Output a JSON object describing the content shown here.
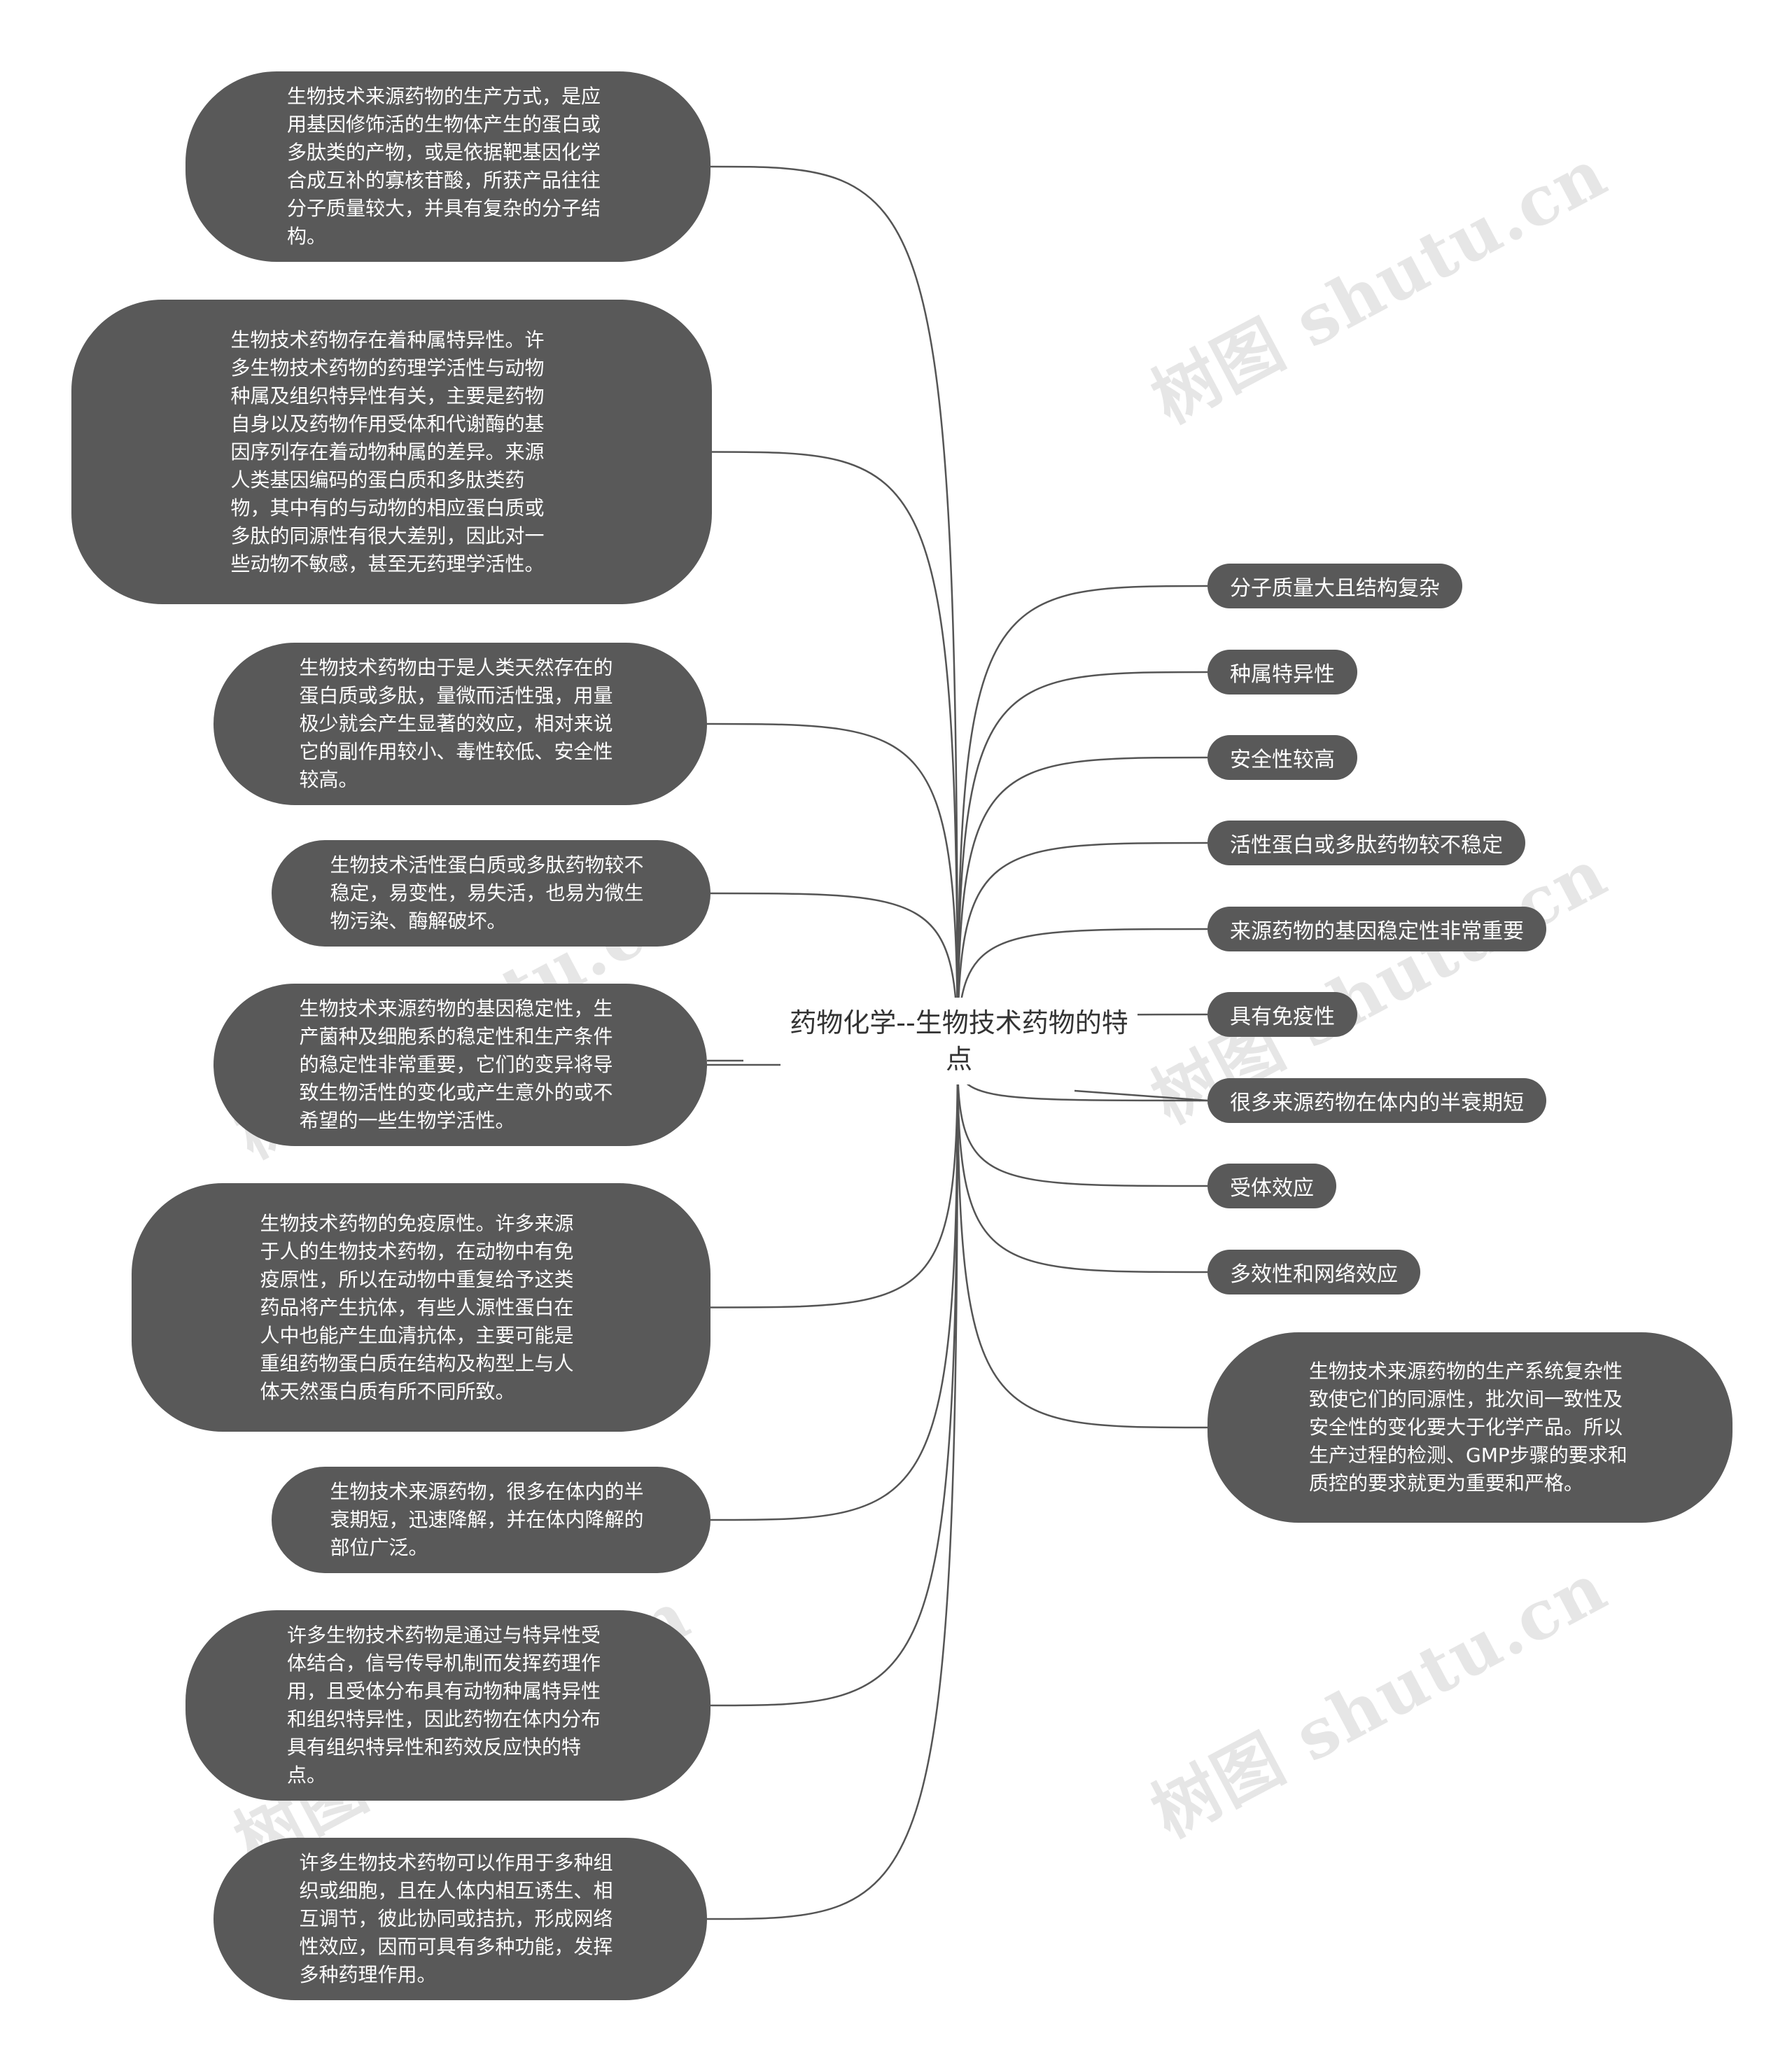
{
  "title": "药物化学--生物技术药物的特点",
  "watermark": "树图 shutu.cn",
  "colors": {
    "node_fill": "#595959",
    "node_text": "#ffffff",
    "edge": "#555555",
    "center_text": "#333333"
  },
  "left_nodes": [
    {
      "text": "生物技术来源药物的生产方式，是应用基因修饰活的生物体产生的蛋白或多肽类的产物，或是依据靶基因化学合成互补的寡核苷酸，所获产品往往分子质量较大，并具有复杂的分子结构。"
    },
    {
      "text": "生物技术药物存在着种属特异性。许多生物技术药物的药理学活性与动物种属及组织特异性有关，主要是药物自身以及药物作用受体和代谢酶的基因序列存在着动物种属的差异。来源人类基因编码的蛋白质和多肽类药物，其中有的与动物的相应蛋白质或多肽的同源性有很大差别，因此对一些动物不敏感，甚至无药理学活性。"
    },
    {
      "text": "生物技术药物由于是人类天然存在的蛋白质或多肽，量微而活性强，用量极少就会产生显著的效应，相对来说它的副作用较小、毒性较低、安全性较高。"
    },
    {
      "text": "生物技术活性蛋白质或多肽药物较不稳定，易变性，易失活，也易为微生物污染、酶解破坏。"
    },
    {
      "text": "生物技术来源药物的基因稳定性，生产菌种及细胞系的稳定性和生产条件的稳定性非常重要，它们的变异将导致生物活性的变化或产生意外的或不希望的一些生物学活性。"
    },
    {
      "text": "生物技术药物的免疫原性。许多来源于人的生物技术药物，在动物中有免疫原性，所以在动物中重复给予这类药品将产生抗体，有些人源性蛋白在人中也能产生血清抗体，主要可能是重组药物蛋白质在结构及构型上与人体天然蛋白质有所不同所致。"
    },
    {
      "text": "生物技术来源药物，很多在体内的半衰期短，迅速降解，并在体内降解的部位广泛。"
    },
    {
      "text": "许多生物技术药物是通过与特异性受体结合，信号传导机制而发挥药理作用，且受体分布具有动物种属特异性和组织特异性，因此药物在体内分布具有组织特异性和药效反应快的特点。"
    },
    {
      "text": "许多生物技术药物可以作用于多种组织或细胞，且在人体内相互诱生、相互调节，彼此协同或拮抗，形成网络性效应，因而可具有多种功能，发挥多种药理作用。"
    }
  ],
  "right_nodes": [
    {
      "text": "分子质量大且结构复杂"
    },
    {
      "text": "种属特异性"
    },
    {
      "text": "安全性较高"
    },
    {
      "text": "活性蛋白或多肽药物较不稳定"
    },
    {
      "text": "来源药物的基因稳定性非常重要"
    },
    {
      "text": "具有免疫性"
    },
    {
      "text": "很多来源药物在体内的半衰期短"
    },
    {
      "text": "受体效应"
    },
    {
      "text": "多效性和网络效应"
    },
    {
      "text": "生物技术来源药物的生产系统复杂性致使它们的同源性，批次间一致性及安全性的变化要大于化学产品。所以生产过程的检测、GMP步骤的要求和质控的要求就更为重要和严格。"
    }
  ]
}
